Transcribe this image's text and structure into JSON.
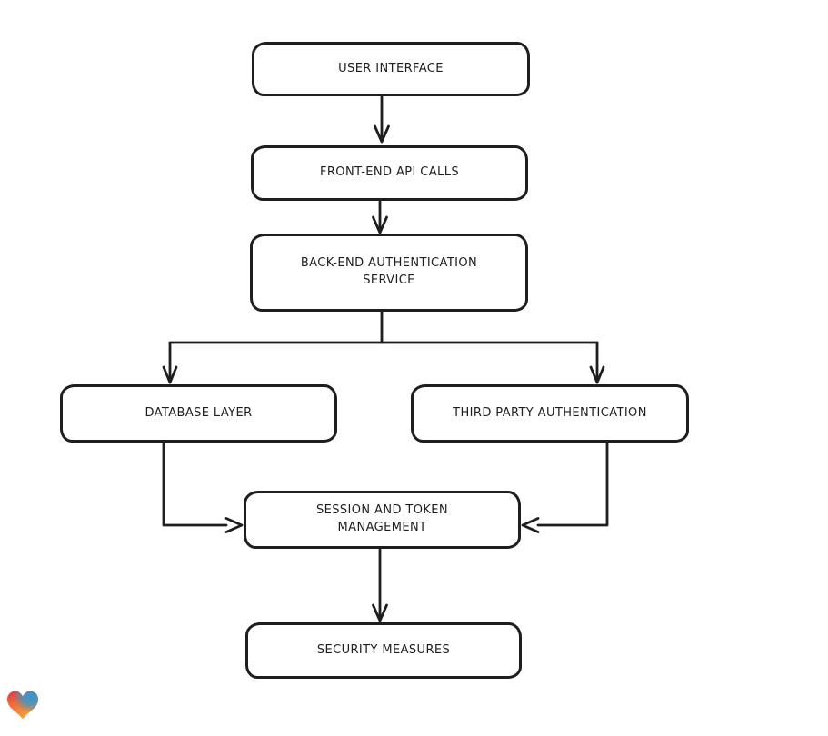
{
  "diagram": {
    "type": "flowchart",
    "style": "hand-drawn",
    "stroke_color": "#1e1e1e",
    "node_fill": "#ffffff",
    "background": "#ffffff",
    "nodes": [
      {
        "id": "user-interface",
        "label": "USER INTERFACE"
      },
      {
        "id": "front-end-api-calls",
        "label": "FRONT-END API CALLS"
      },
      {
        "id": "back-end-authentication-service",
        "label": "BACK-END AUTHENTICATION SERVICE"
      },
      {
        "id": "database-layer",
        "label": "DATABASE LAYER"
      },
      {
        "id": "third-party-authentication",
        "label": "THIRD PARTY AUTHENTICATION"
      },
      {
        "id": "session-and-token-management",
        "label": "SESSION AND TOKEN MANAGEMENT"
      },
      {
        "id": "security-measures",
        "label": "SECURITY MEASURES"
      }
    ],
    "edges": [
      {
        "from": "user-interface",
        "to": "front-end-api-calls"
      },
      {
        "from": "front-end-api-calls",
        "to": "back-end-authentication-service"
      },
      {
        "from": "back-end-authentication-service",
        "to": "database-layer"
      },
      {
        "from": "back-end-authentication-service",
        "to": "third-party-authentication"
      },
      {
        "from": "database-layer",
        "to": "session-and-token-management"
      },
      {
        "from": "third-party-authentication",
        "to": "session-and-token-management"
      },
      {
        "from": "session-and-token-management",
        "to": "security-measures"
      }
    ]
  },
  "logo": {
    "name": "gradient-heart",
    "colors": {
      "red": "#e7333e",
      "orange": "#f5a03c",
      "blue": "#3598cb"
    }
  }
}
